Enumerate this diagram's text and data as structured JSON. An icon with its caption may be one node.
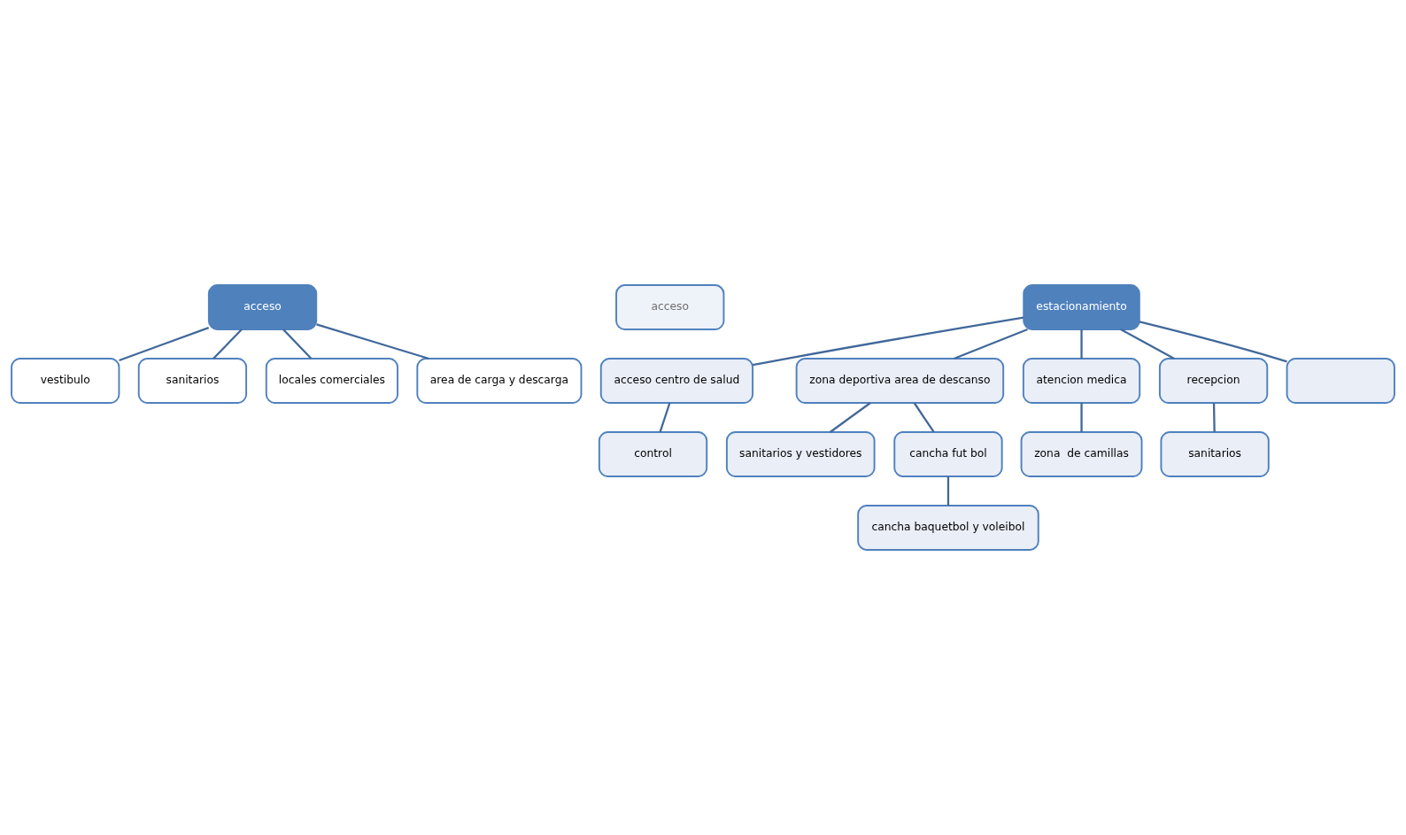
{
  "diagram": {
    "nodes": [
      {
        "text": [
          "acceso"
        ]
      },
      {
        "text": [
          "acceso"
        ]
      },
      {
        "text": [
          "vestibulo"
        ]
      },
      {
        "text": [
          "estacionamiento"
        ]
      },
      {
        "text": [
          "sanitarios"
        ]
      },
      {
        "text": [
          "acceso centro de salud"
        ]
      },
      {
        "text": [
          "zona deportiva area de descanso"
        ]
      },
      {
        "text": [
          "locales comerciales"
        ]
      },
      {
        "text": [
          "atencion medica"
        ]
      },
      {
        "text": [
          "recepcion"
        ]
      },
      {
        "text": [
          "area de carga y descarga"
        ]
      },
      {
        "text": [],
        "shape": "box"
      },
      {
        "text": [
          "control"
        ]
      },
      {
        "text": [
          "sanitarios y vestidores"
        ]
      },
      {
        "text": [
          "cancha fut bol"
        ]
      },
      {
        "text": [
          "zona  de camillas"
        ]
      },
      {
        "text": [
          "sanitarios"
        ]
      },
      {
        "text": [
          "cancha baquetbol y voleibol"
        ]
      }
    ],
    "edges": [
      {
        "from": 0,
        "to": 2,
        "arrow": "none"
      },
      {
        "from": 0,
        "to": 4,
        "arrow": "none"
      },
      {
        "from": 0,
        "to": 7,
        "arrow": "none"
      },
      {
        "from": 0,
        "to": 10,
        "arrow": "none"
      },
      {
        "from": 3,
        "to": 5,
        "arrow": "none"
      },
      {
        "from": 3,
        "to": 6,
        "arrow": "none"
      },
      {
        "from": 3,
        "to": 8,
        "arrow": "none"
      },
      {
        "from": 3,
        "to": 9,
        "arrow": "none"
      },
      {
        "from": 3,
        "to": 11,
        "arrow": "none"
      },
      {
        "from": 5,
        "to": 12,
        "arrow": "none"
      },
      {
        "from": 6,
        "to": 13,
        "arrow": "none"
      },
      {
        "from": 6,
        "to": 14,
        "arrow": "none"
      },
      {
        "from": 8,
        "to": 15,
        "arrow": "none"
      },
      {
        "from": 9,
        "to": 16,
        "arrow": "none"
      },
      {
        "from": 14,
        "to": 17,
        "arrow": "none"
      }
    ]
  }
}
